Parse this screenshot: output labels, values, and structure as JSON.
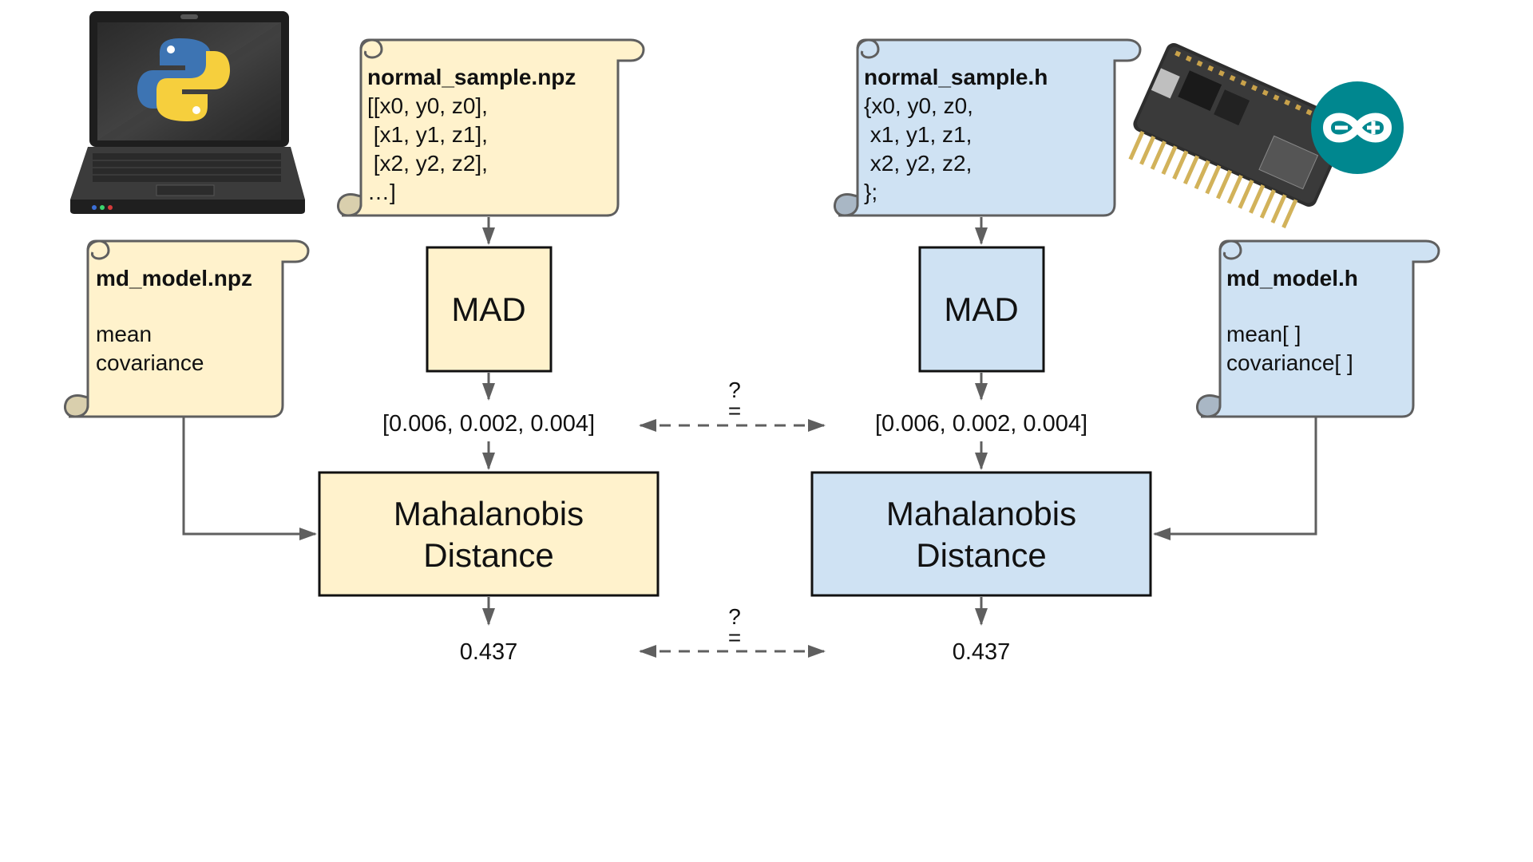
{
  "colors": {
    "python_fill": "#fff2cc",
    "arduino_fill": "#cfe2f3",
    "stroke": "#5f5f5f",
    "box_stroke": "#111111",
    "arrow": "#5f5f5f",
    "arduino_teal": "#00878f"
  },
  "icons": {
    "laptop": "laptop-with-python-logo-icon",
    "board": "microcontroller-board-with-arduino-logo-icon"
  },
  "left": {
    "sample_scroll": {
      "title": "normal_sample.npz",
      "lines": [
        "[[x0, y0, z0],",
        " [x1, y1, z1],",
        " [x2, y2, z2],",
        "…]"
      ]
    },
    "model_scroll": {
      "title": "md_model.npz",
      "lines": [
        "",
        "mean",
        "covariance"
      ]
    },
    "mad_label": "MAD",
    "mad_output": "[0.006, 0.002, 0.004]",
    "md_label_1": "Mahalanobis",
    "md_label_2": "Distance",
    "md_output": "0.437"
  },
  "right": {
    "sample_scroll": {
      "title": "normal_sample.h",
      "lines": [
        "{x0, y0, z0,",
        " x1, y1, z1,",
        " x2, y2, z2,",
        "};"
      ]
    },
    "model_scroll": {
      "title": "md_model.h",
      "lines": [
        "",
        "mean[ ]",
        "covariance[ ]"
      ]
    },
    "mad_label": "MAD",
    "mad_output": "[0.006, 0.002, 0.004]",
    "md_label_1": "Mahalanobis",
    "md_label_2": "Distance",
    "md_output": "0.437"
  },
  "compare": {
    "question": "?",
    "equals": "="
  }
}
